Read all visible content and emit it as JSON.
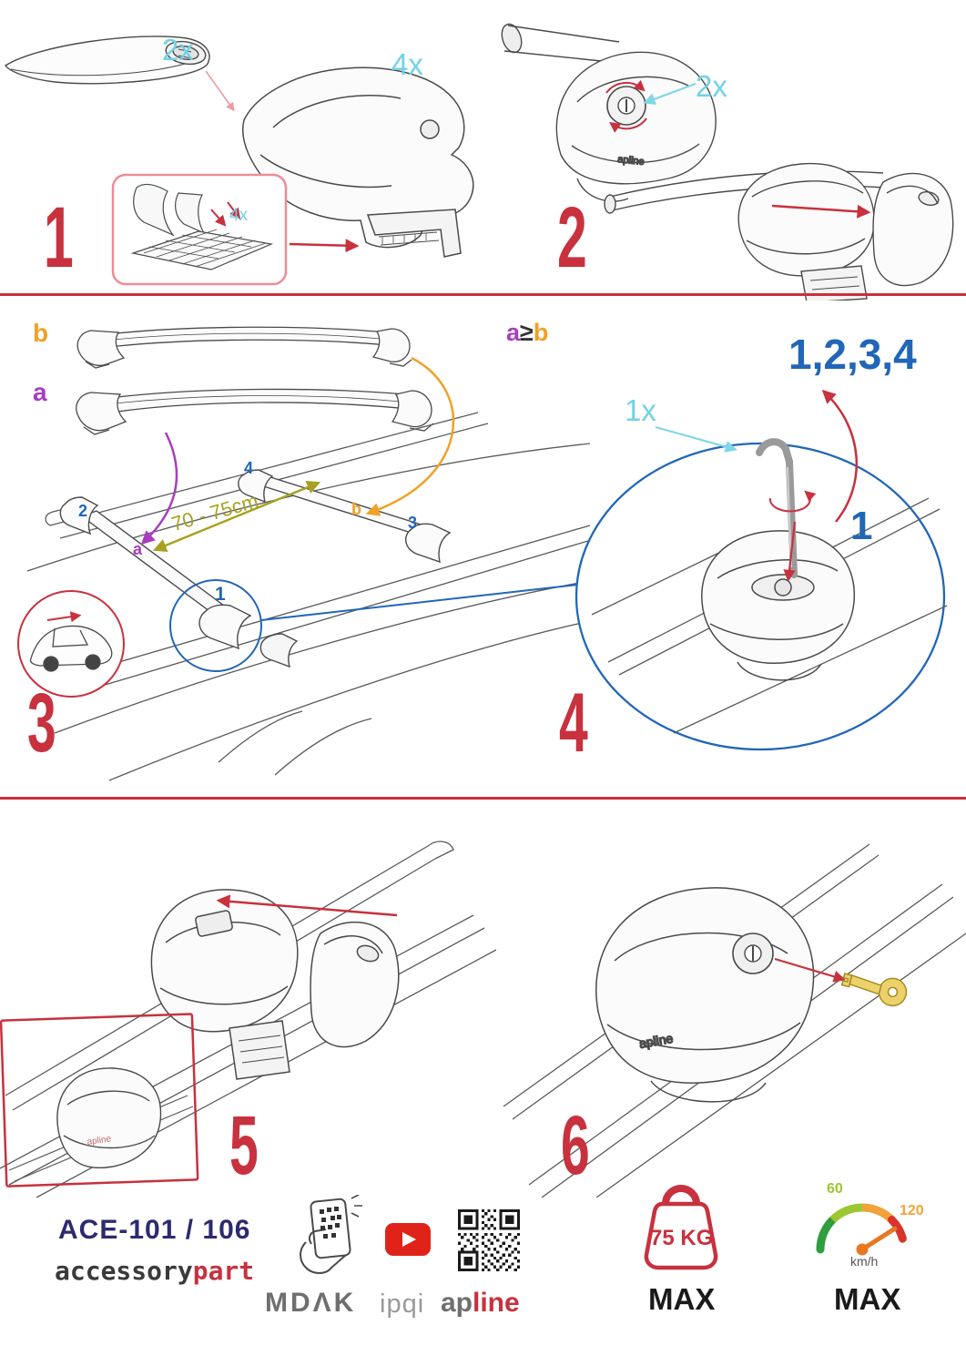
{
  "steps": {
    "s1": {
      "number": "1",
      "bar_qty": "2x",
      "foot_qty": "4x",
      "pad_qty": "4x"
    },
    "s2": {
      "number": "2",
      "lock_qty": "2x",
      "foot_logo": "apline"
    },
    "s3": {
      "number": "3",
      "bar_b_label": "b",
      "bar_a_label": "a",
      "distance": "70 - 75cm",
      "pos1": "1",
      "pos2": "2",
      "pos3": "3",
      "pos4": "4",
      "roof_a": "a",
      "roof_b": "b"
    },
    "s4": {
      "number": "4",
      "rule_a": "a",
      "rule_op": "≥",
      "rule_b": "b",
      "sequence": "1,2,3,4",
      "tool_qty": "1x",
      "pos1": "1"
    },
    "s5": {
      "number": "5",
      "foot_logo": "apline"
    },
    "s6": {
      "number": "6",
      "foot_logo": "apline"
    }
  },
  "footer": {
    "model": "ACE-101 / 106",
    "brand_left": "accessory",
    "brand_right": "part",
    "logo_mdak": "MDΛK",
    "logo_ipqi": "ipqi",
    "logo_ap": "ap",
    "logo_line": "line",
    "weight_value": "75 KG",
    "weight_max": "MAX",
    "speed_low": "60",
    "speed_high": "120",
    "speed_unit": "km/h",
    "speed_max": "MAX"
  },
  "colors": {
    "accent_red": "#c8313e",
    "cyan": "#70d2e6",
    "purple": "#a83dbf",
    "orange": "#f0a125",
    "blue": "#2166b8",
    "olive": "#a8a11f",
    "navy": "#2b2b6e",
    "gray": "#6f6f6f"
  }
}
